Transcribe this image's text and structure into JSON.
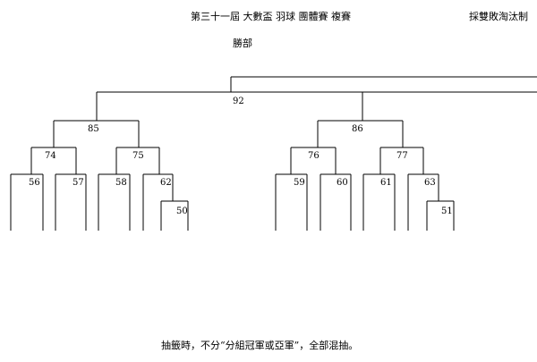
{
  "header": {
    "title": "第三十一屆 大數盃 羽球 團體賽 複賽",
    "subtitle": "採雙敗淘汰制",
    "section": "勝部"
  },
  "bracket": {
    "final_match": "92",
    "left_half": {
      "semifinal": "85",
      "quarterfinals": [
        "74",
        "75"
      ],
      "first_round": [
        "56",
        "57",
        "58",
        "62"
      ],
      "play_in": "50"
    },
    "right_half": {
      "semifinal": "86",
      "quarterfinals": [
        "76",
        "77"
      ],
      "first_round": [
        "59",
        "60",
        "61",
        "63"
      ],
      "play_in": "51"
    }
  },
  "footnote": "抽籤時，不分“分組冠軍或亞軍”，全部混抽。"
}
